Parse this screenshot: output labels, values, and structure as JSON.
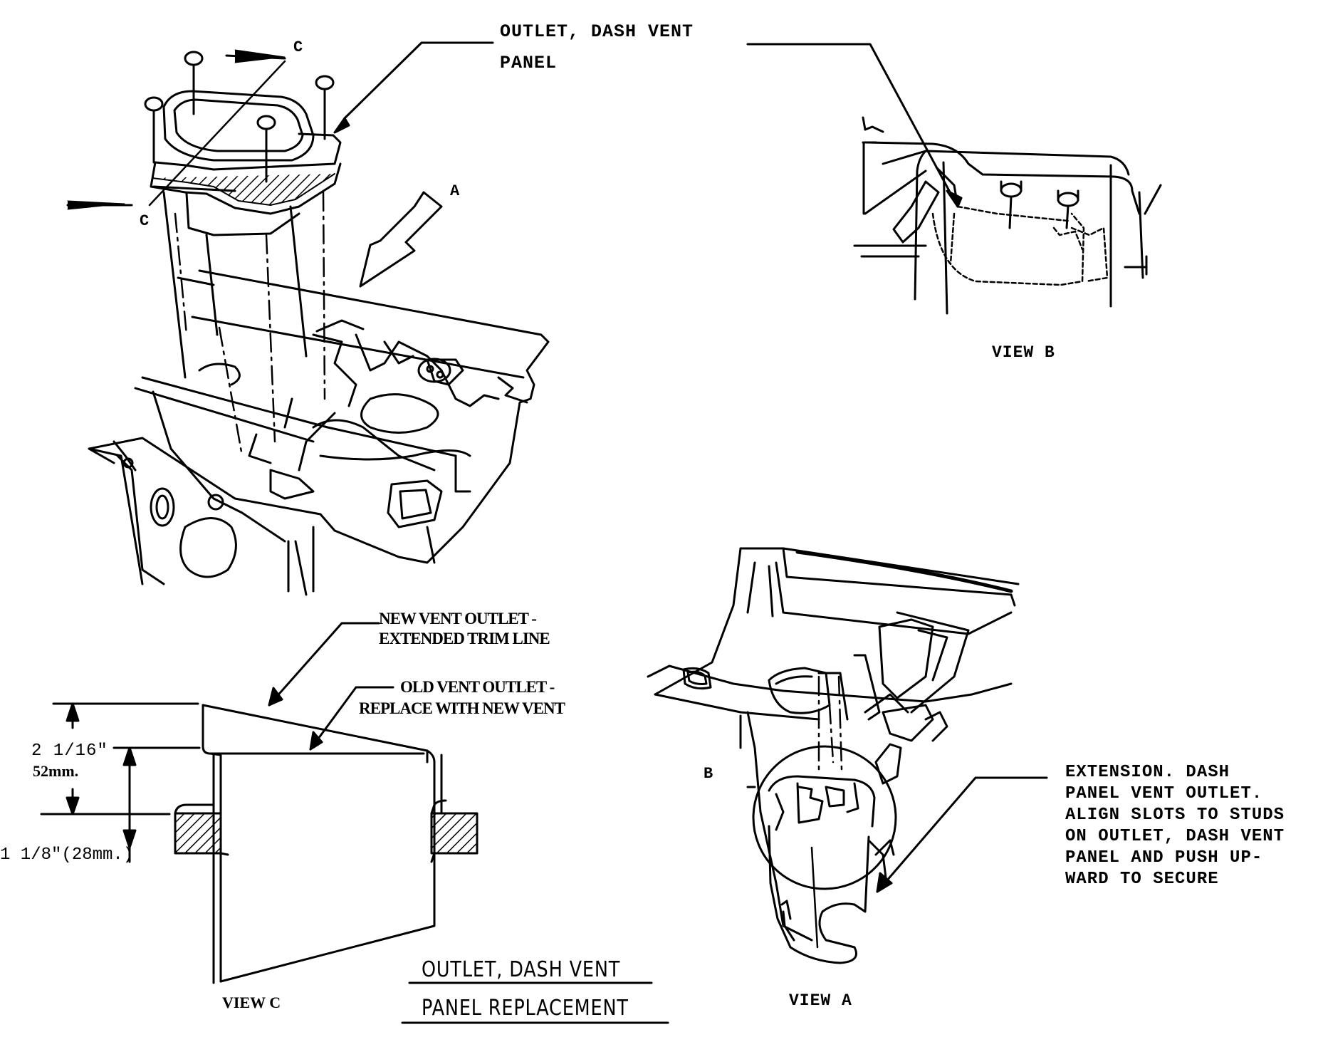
{
  "labels": {
    "outlet_dash_vent_line1": "OUTLET, DASH VENT",
    "outlet_dash_vent_line2": "PANEL",
    "section_c_top": "C",
    "section_c_left": "C",
    "arrow_a": "A",
    "view_b": "VIEW B",
    "view_a": "VIEW A",
    "view_c": "VIEW C",
    "label_b": "B",
    "new_vent_line1": "NEW VENT OUTLET -",
    "new_vent_line2": "EXTENDED TRIM LINE",
    "old_vent_line1": "OLD VENT OUTLET -",
    "old_vent_line2": "REPLACE WITH NEW VENT",
    "dim_upper_line1": "2 1/16\"",
    "dim_upper_line2": "52mm.",
    "dim_lower": "1 1/8\"(28mm.)",
    "extension_line1": "EXTENSION. DASH",
    "extension_line2": "PANEL VENT OUTLET.",
    "extension_line3": "ALIGN SLOTS TO STUDS",
    "extension_line4": "ON OUTLET, DASH VENT",
    "extension_line5": "PANEL AND PUSH UP-",
    "extension_line6": "WARD TO SECURE",
    "title_line1": "OUTLET, DASH VENT",
    "title_line2": "PANEL REPLACEMENT"
  },
  "colors": {
    "ink": "#000000",
    "paper": "#ffffff"
  }
}
